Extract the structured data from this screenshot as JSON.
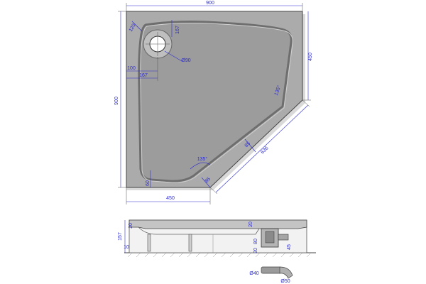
{
  "dimensions": {
    "top_width": "900",
    "left_height": "900",
    "right_height": "450",
    "bottom_width": "450",
    "diagonal": "636",
    "drain_offset_a": "120",
    "drain_offset_b": "167",
    "drain_offset_c": "100",
    "drain_offset_d": "167",
    "drain_diameter": "Ø90",
    "angle_right": "135°",
    "angle_bottom": "135°",
    "corner_60": "60",
    "corner_85": "85",
    "rim_85": "85"
  },
  "section_dimensions": {
    "total_height": "157",
    "rim_20": "20",
    "base_10": "10",
    "right_20": "20",
    "drain_80": "80",
    "drain_20": "20",
    "foot_45": "45"
  },
  "pipe_dimensions": {
    "d40": "Ø40",
    "d50": "Ø50"
  },
  "colors": {
    "tray": "#a8a8a8",
    "tray_edge": "#444444",
    "dimension": "#2b2bd0"
  }
}
